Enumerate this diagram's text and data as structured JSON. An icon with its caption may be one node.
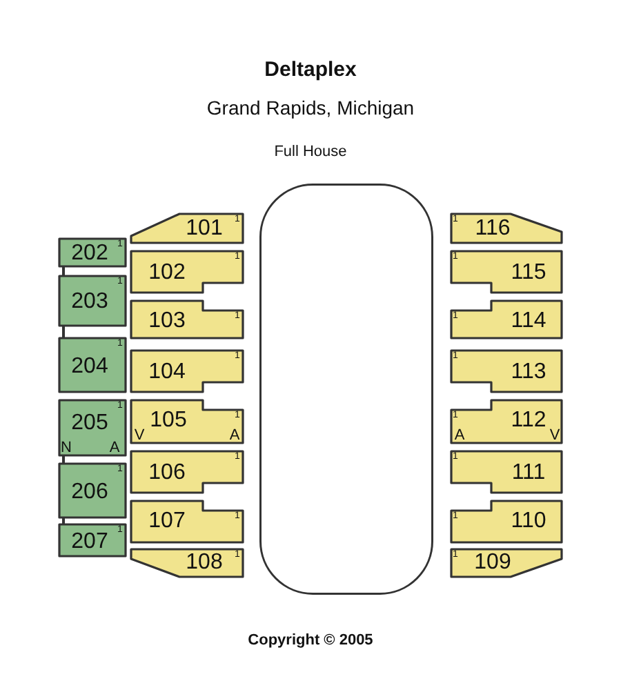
{
  "diagram": {
    "title": "Deltaplex",
    "caption": "Copyright © 2005",
    "nodes": [
      {
        "text": [
          "202",
          "1"
        ]
      },
      {
        "text": [
          "203",
          "1"
        ]
      },
      {
        "text": [
          "204",
          "1"
        ]
      },
      {
        "text": [
          "205",
          "1",
          "N",
          "A"
        ]
      },
      {
        "text": [
          "206",
          "1"
        ]
      },
      {
        "text": [
          "207",
          "1"
        ]
      },
      {
        "text": [
          "101",
          "1"
        ]
      },
      {
        "text": [
          "102",
          "1"
        ]
      },
      {
        "text": [
          "103",
          "1"
        ]
      },
      {
        "text": [
          "104",
          "1"
        ]
      },
      {
        "text": [
          "105",
          "1",
          "V",
          "A"
        ]
      },
      {
        "text": [
          "106",
          "1"
        ]
      },
      {
        "text": [
          "107",
          "1"
        ]
      },
      {
        "text": [
          "108",
          "1"
        ]
      },
      {
        "text": [],
        "shape": "box"
      },
      {
        "text": [
          "1",
          "116"
        ]
      },
      {
        "text": [
          "1",
          "115"
        ]
      },
      {
        "text": [
          "1",
          "114"
        ]
      },
      {
        "text": [
          "1",
          "113"
        ]
      },
      {
        "text": [
          "1",
          "112",
          "A",
          "V"
        ]
      },
      {
        "text": [
          "1",
          "111"
        ]
      },
      {
        "text": [
          "1",
          "110"
        ]
      },
      {
        "text": [
          "1",
          "109"
        ]
      }
    ],
    "edges": [
      {
        "from": 0,
        "to": 1,
        "arrow": "none"
      },
      {
        "from": 1,
        "to": 2,
        "arrow": "none"
      },
      {
        "from": 3,
        "to": 4,
        "arrow": "none"
      },
      {
        "from": 4,
        "to": 5,
        "arrow": "none"
      }
    ],
    "labels": [
      "Grand Rapids, Michigan",
      "Full House"
    ]
  }
}
